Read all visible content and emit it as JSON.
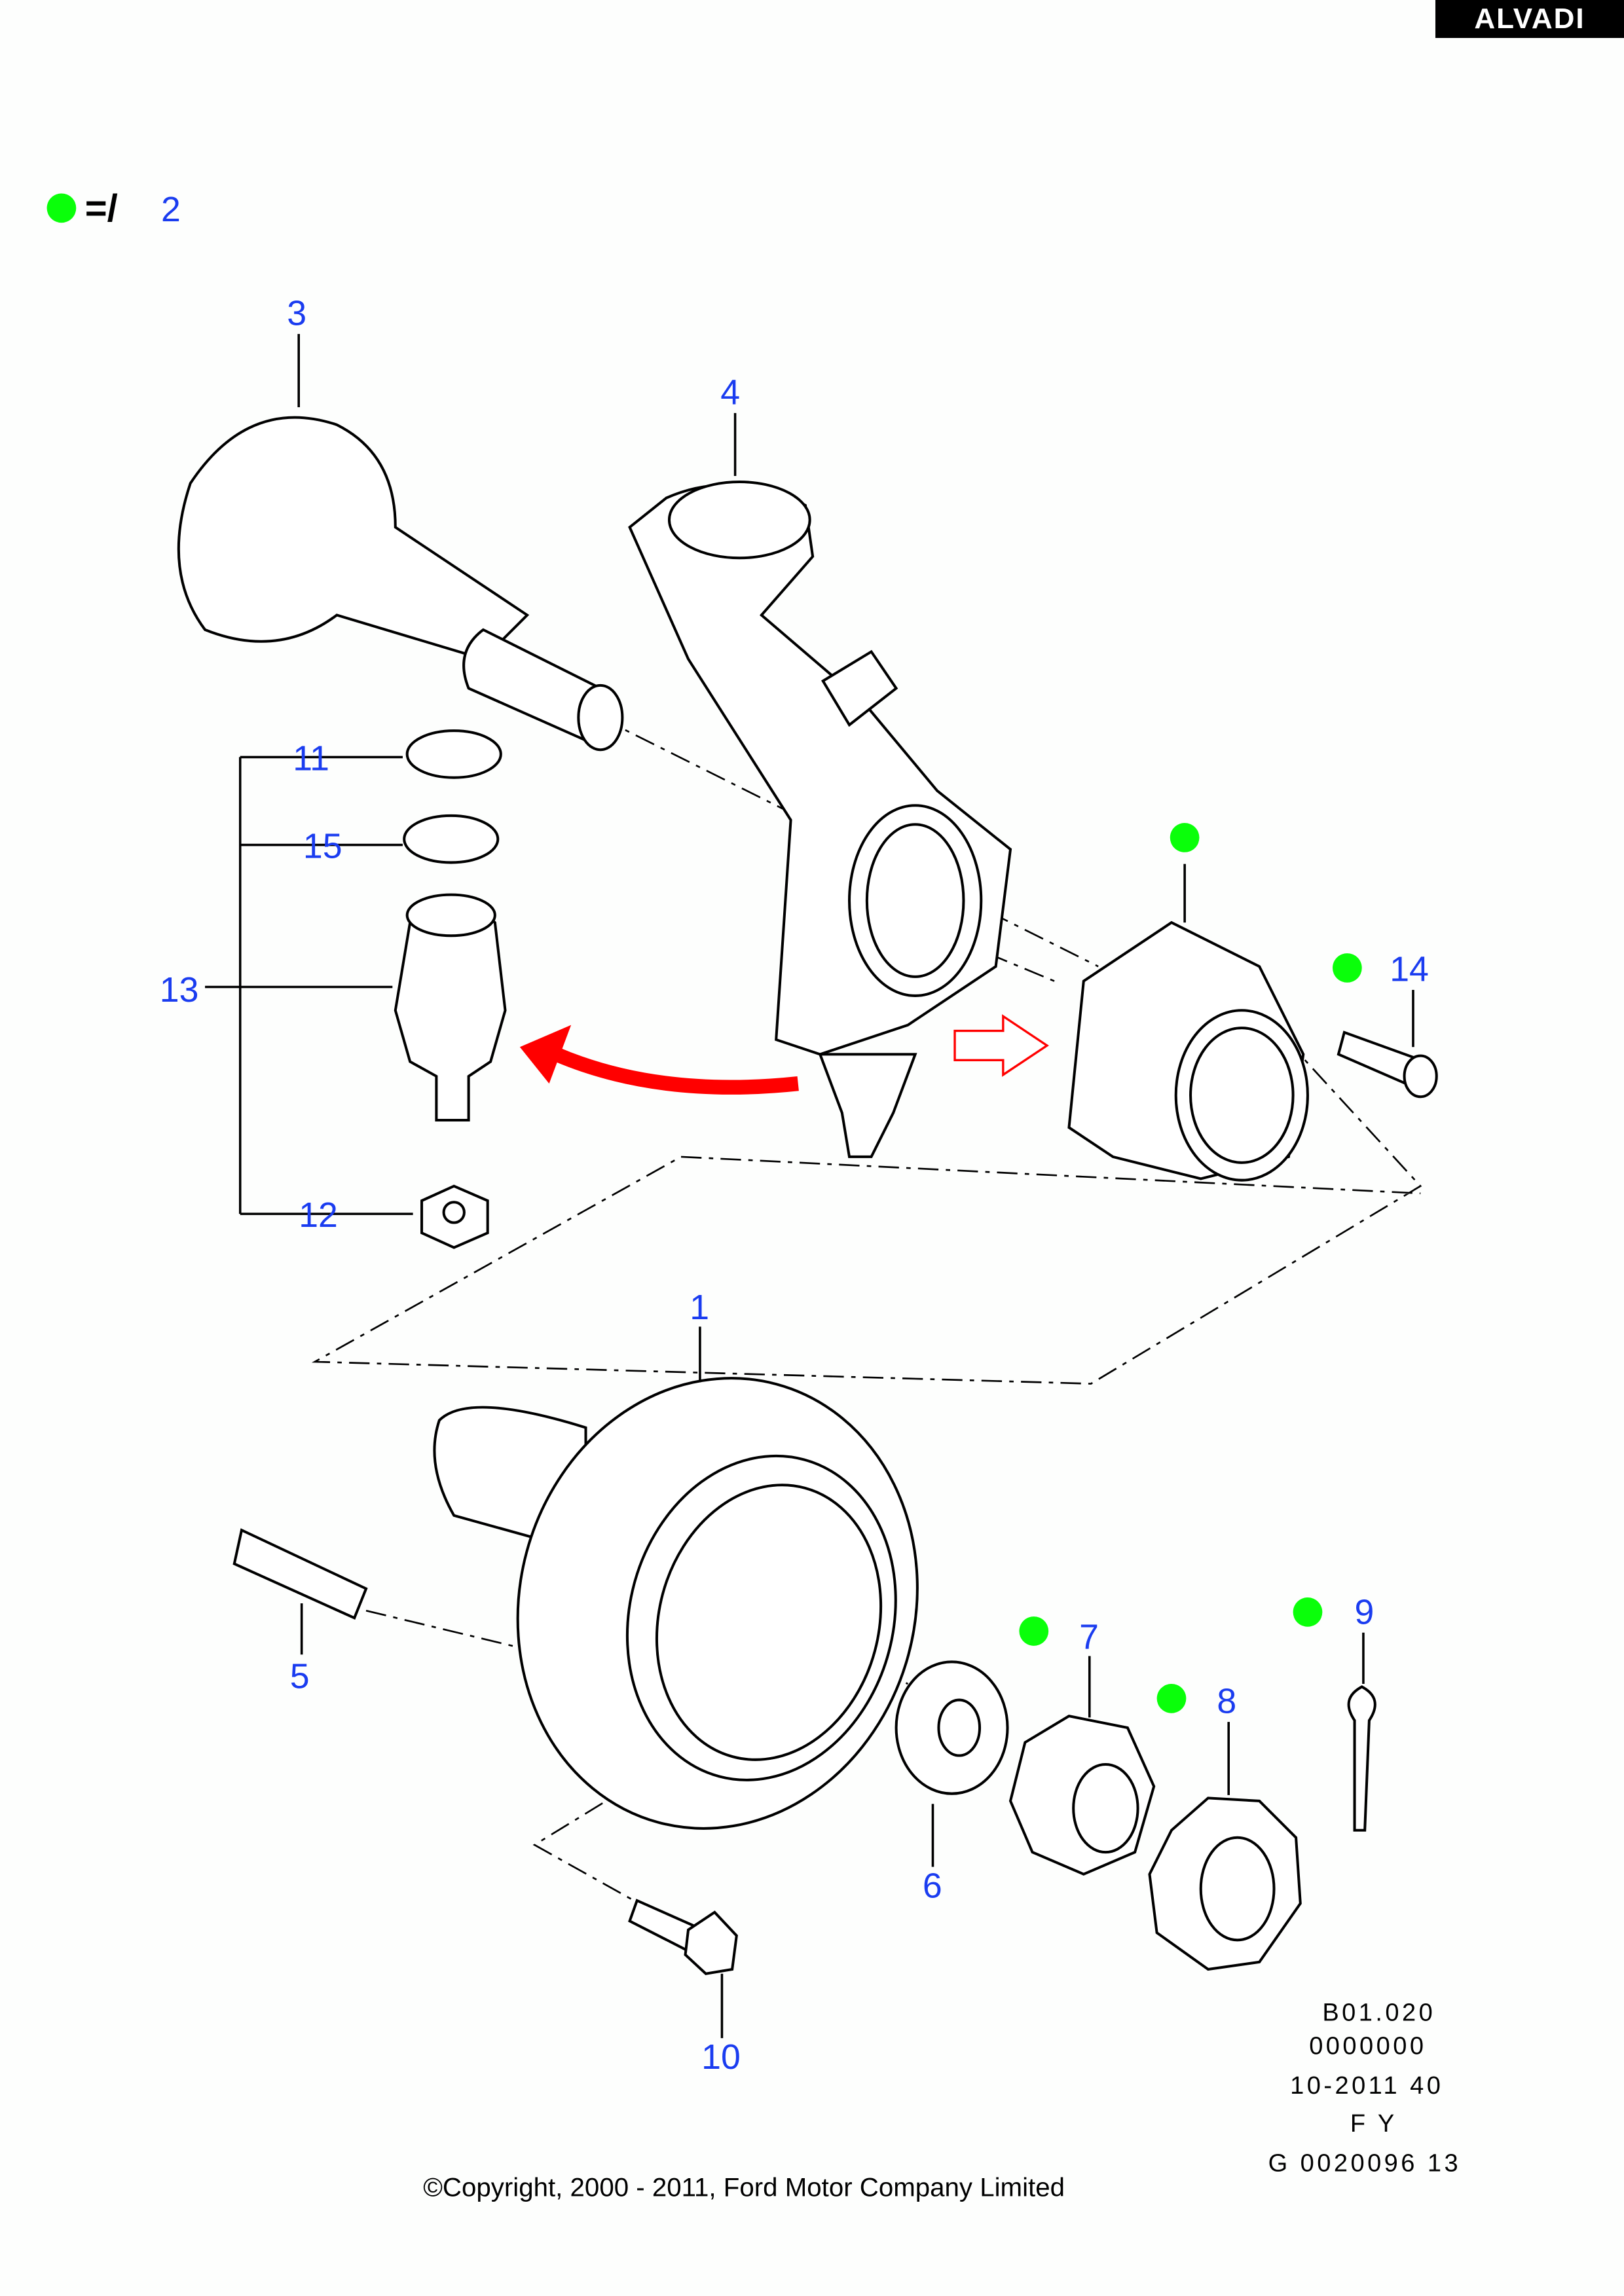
{
  "brand": "ALVADI",
  "legend": {
    "symbol": "=/",
    "ref": "2"
  },
  "callouts": {
    "c1": "1",
    "c3": "3",
    "c4": "4",
    "c5": "5",
    "c6": "6",
    "c7": "7",
    "c8": "8",
    "c9": "9",
    "c10": "10",
    "c11": "11",
    "c12": "12",
    "c13": "13",
    "c14": "14",
    "c15": "15"
  },
  "meta": [
    "B01.020",
    "0000000",
    "10-2011 40",
    "F Y",
    "G 0020096 13"
  ],
  "copyright": "©Copyright, 2000 - 2011, Ford Motor Company Limited",
  "colors": {
    "callout": "#1a3cf0",
    "marker": "#0aff0a",
    "arrow": "#ff0000"
  }
}
